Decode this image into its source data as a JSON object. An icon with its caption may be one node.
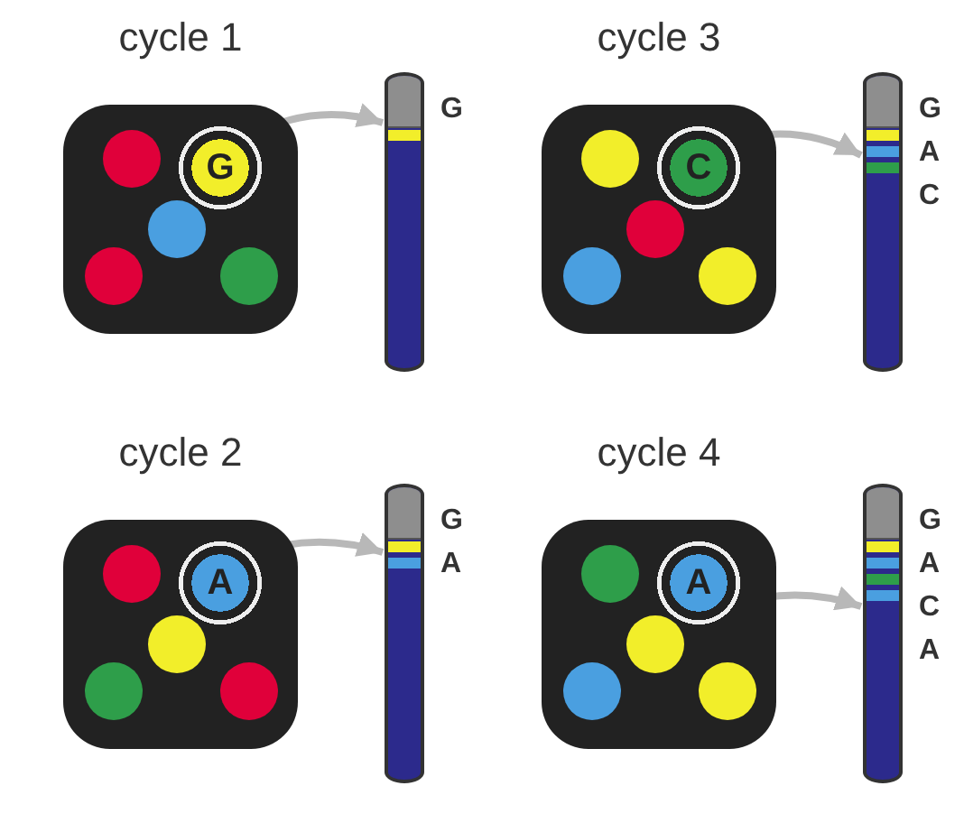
{
  "diagram": {
    "nodes": [
      {
        "text": [
          "cycle 1"
        ]
      },
      {
        "text": [],
        "shape": "circle",
        "in": 0
      },
      {
        "text": [
          "G"
        ],
        "in": 0
      },
      {
        "text": [],
        "shape": "circle",
        "in": 0
      },
      {
        "text": [],
        "shape": "circle",
        "in": 0
      },
      {
        "text": [],
        "shape": "circle",
        "in": 0
      },
      {
        "text": [],
        "shape": "cylinder",
        "beside": [
          "G"
        ]
      },
      {
        "text": [
          "cycle 3"
        ]
      },
      {
        "text": [],
        "shape": "circle",
        "in": 7
      },
      {
        "text": [
          "C"
        ],
        "in": 7
      },
      {
        "text": [],
        "shape": "circle",
        "in": 7
      },
      {
        "text": [],
        "shape": "circle",
        "in": 7
      },
      {
        "text": [],
        "shape": "circle",
        "in": 7
      },
      {
        "text": [],
        "shape": "cylinder",
        "beside": [
          "G",
          "A",
          "C"
        ]
      },
      {
        "text": [
          "cycle 2"
        ]
      },
      {
        "text": [],
        "shape": "circle",
        "in": 14
      },
      {
        "text": [
          "A"
        ],
        "in": 14
      },
      {
        "text": [],
        "shape": "circle",
        "in": 14
      },
      {
        "text": [],
        "shape": "circle",
        "in": 14
      },
      {
        "text": [],
        "shape": "circle",
        "in": 14
      },
      {
        "text": [],
        "shape": "cylinder",
        "beside": [
          "G",
          "A"
        ]
      },
      {
        "text": [
          "cycle 4"
        ]
      },
      {
        "text": [],
        "shape": "circle",
        "in": 21
      },
      {
        "text": [
          "A"
        ],
        "in": 21
      },
      {
        "text": [],
        "shape": "circle",
        "in": 21
      },
      {
        "text": [],
        "shape": "circle",
        "in": 21
      },
      {
        "text": [],
        "shape": "circle",
        "in": 21
      },
      {
        "text": [],
        "shape": "cylinder",
        "beside": [
          "G",
          "A",
          "C",
          "A"
        ]
      }
    ],
    "edges": [
      {
        "from": 2,
        "to": 6,
        "arrow": "to"
      },
      {
        "from": 9,
        "to": 13,
        "arrow": "to"
      },
      {
        "from": 16,
        "to": 20,
        "arrow": "to"
      },
      {
        "from": 23,
        "to": 27,
        "arrow": "to"
      }
    ]
  }
}
